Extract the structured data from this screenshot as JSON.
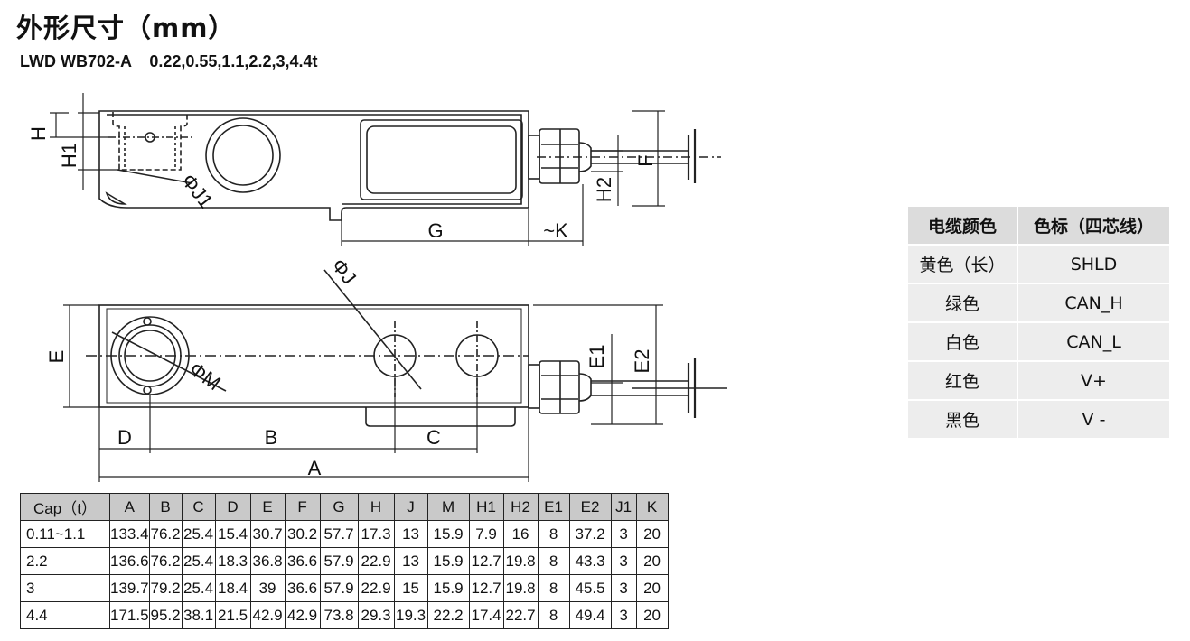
{
  "header": {
    "title": "外形尺寸（mm）",
    "subtitle": "LWD WB702-A    0.22,0.55,1.1,2.2,3,4.4t"
  },
  "drawing_labels": {
    "H": "H",
    "H1": "H1",
    "J1": "ΦJ1",
    "F": "F",
    "H2": "H2",
    "G": "G",
    "K": "~K",
    "J": "ΦJ",
    "E": "E",
    "M": "ΦM",
    "E1": "E1",
    "E2": "E2",
    "D": "D",
    "B": "B",
    "C": "C",
    "A": "A"
  },
  "cable_table": {
    "headers": [
      "电缆颜色",
      "色标（四芯线）"
    ],
    "rows": [
      [
        "黄色（长）",
        "SHLD"
      ],
      [
        "绿色",
        "CAN_H"
      ],
      [
        "白色",
        "CAN_L"
      ],
      [
        "红色",
        "V+"
      ],
      [
        "黑色",
        "V -"
      ]
    ]
  },
  "dimension_table": {
    "headers": [
      "Cap（t）",
      "A",
      "B",
      "C",
      "D",
      "E",
      "F",
      "G",
      "H",
      "J",
      "M",
      "H1",
      "H2",
      "E1",
      "E2",
      "J1",
      "K"
    ],
    "rows": [
      [
        "0.11~1.1",
        "133.4",
        "76.2",
        "25.4",
        "15.4",
        "30.7",
        "30.2",
        "57.7",
        "17.3",
        "13",
        "15.9",
        "7.9",
        "16",
        "8",
        "37.2",
        "3",
        "20"
      ],
      [
        "2.2",
        "136.6",
        "76.2",
        "25.4",
        "18.3",
        "36.8",
        "36.6",
        "57.9",
        "22.9",
        "13",
        "15.9",
        "12.7",
        "19.8",
        "8",
        "43.3",
        "3",
        "20"
      ],
      [
        "3",
        "139.7",
        "79.2",
        "25.4",
        "18.4",
        "39",
        "36.6",
        "57.9",
        "22.9",
        "15",
        "15.9",
        "12.7",
        "19.8",
        "8",
        "45.5",
        "3",
        "20"
      ],
      [
        "4.4",
        "171.5",
        "95.2",
        "38.1",
        "21.5",
        "42.9",
        "42.9",
        "73.8",
        "29.3",
        "19.3",
        "22.2",
        "17.4",
        "22.7",
        "8",
        "49.4",
        "3",
        "20"
      ]
    ]
  }
}
